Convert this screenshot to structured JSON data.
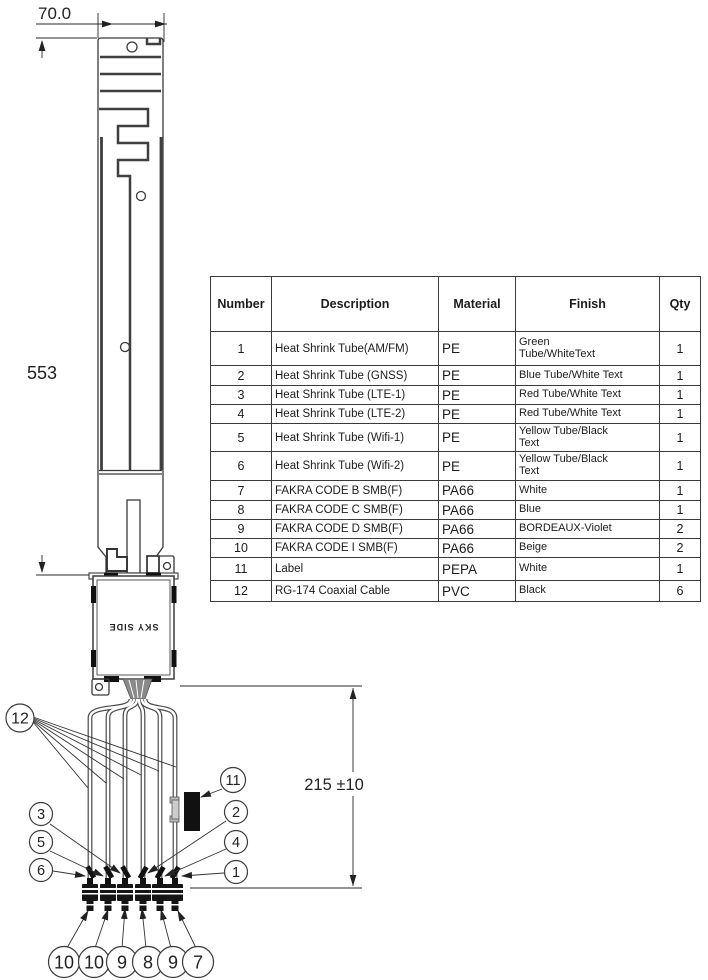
{
  "drawing": {
    "dim_width": "70.0",
    "dim_length": "553",
    "dim_cable": "215 ±10",
    "sky_side_label": "SKY SIDE",
    "balloons": {
      "b12": "12",
      "b11": "11",
      "b1": "1",
      "b2": "2",
      "b3": "3",
      "b4": "4",
      "b5": "5",
      "b6": "6",
      "bottom": [
        "10",
        "10",
        "9",
        "8",
        "9",
        "7"
      ]
    }
  },
  "bom_table": {
    "headers": [
      "Number",
      "Description",
      "Material",
      "Finish",
      "Qty"
    ],
    "rows": [
      [
        "1",
        "Heat Shrink Tube(AM/FM)",
        "PE",
        "Green\nTube/WhiteText",
        "1"
      ],
      [
        "2",
        "Heat Shrink Tube (GNSS)",
        "PE",
        "Blue Tube/White Text",
        "1"
      ],
      [
        "3",
        "Heat Shrink Tube (LTE-1)",
        "PE",
        "Red Tube/White Text",
        "1"
      ],
      [
        "4",
        "Heat Shrink Tube (LTE-2)",
        "PE",
        "Red Tube/White Text",
        "1"
      ],
      [
        "5",
        "Heat Shrink Tube (Wifi-1)",
        "PE",
        "Yellow Tube/Black\nText",
        "1"
      ],
      [
        "6",
        "Heat Shrink Tube (Wifi-2)",
        "PE",
        "Yellow Tube/Black\nText",
        "1"
      ],
      [
        "7",
        "FAKRA CODE B SMB(F)",
        "PA66",
        "White",
        "1"
      ],
      [
        "8",
        "FAKRA CODE C SMB(F)",
        "PA66",
        "Blue",
        "1"
      ],
      [
        "9",
        "FAKRA CODE D SMB(F)",
        "PA66",
        "BORDEAUX-Violet",
        "2"
      ],
      [
        "10",
        "FAKRA CODE I SMB(F)",
        "PA66",
        "Beige",
        "2"
      ],
      [
        "11",
        "Label",
        "PEPA",
        "White",
        "1"
      ],
      [
        "12",
        "RG-174 Coaxial Cable",
        "PVC",
        "Black",
        "6"
      ]
    ]
  },
  "colors": {
    "line": "#3a3a3a",
    "ink": "#1c1c1c",
    "background": "#ffffff"
  }
}
